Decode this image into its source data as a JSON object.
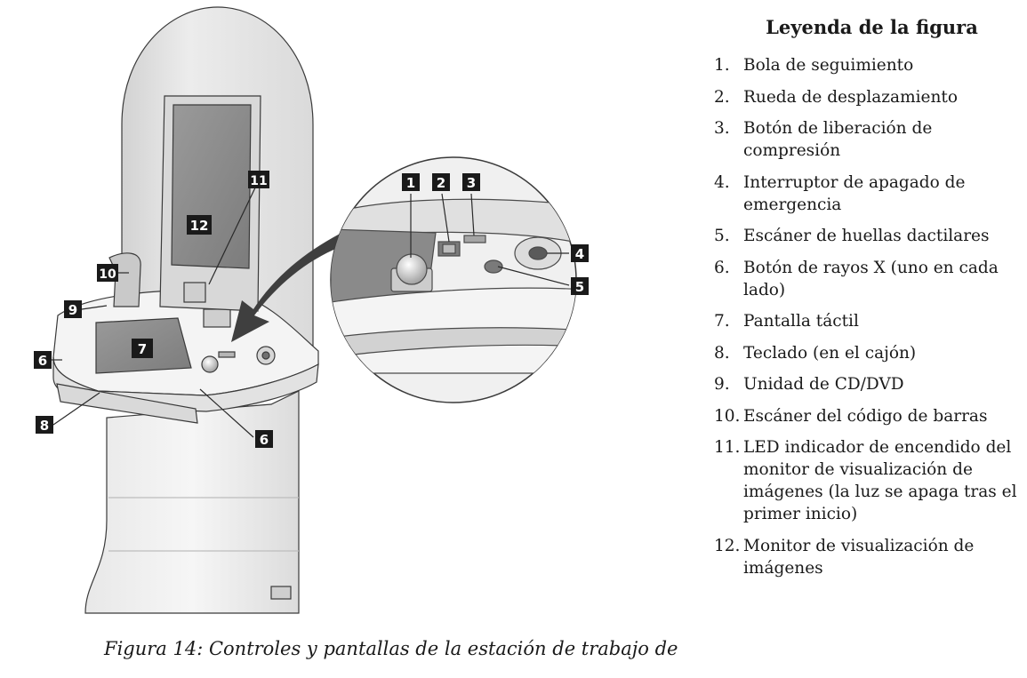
{
  "legend": {
    "title": "Leyenda de la figura",
    "items": [
      {
        "num": "1.",
        "text": "Bola de seguimiento"
      },
      {
        "num": "2.",
        "text": "Rueda de desplazamiento"
      },
      {
        "num": "3.",
        "text": "Botón de liberación de compresión"
      },
      {
        "num": "4.",
        "text": "Interruptor de apagado de emergencia"
      },
      {
        "num": "5.",
        "text": "Escáner de huellas dactilares"
      },
      {
        "num": "6.",
        "text": "Botón de rayos X (uno en cada lado)"
      },
      {
        "num": "7.",
        "text": "Pantalla táctil"
      },
      {
        "num": "8.",
        "text": "Teclado (en el cajón)"
      },
      {
        "num": "9.",
        "text": "Unidad de CD/DVD"
      },
      {
        "num": "10.",
        "text": "Escáner del código de barras"
      },
      {
        "num": "11.",
        "text": "LED indicador de encendido del monitor de visualización de imágenes (la luz se apaga tras el primer inicio)"
      },
      {
        "num": "12.",
        "text": "Monitor de visualización de imágenes"
      }
    ]
  },
  "caption": "Figura 14: Controles y pantallas de la estación de trabajo de",
  "callouts": {
    "c1": "1",
    "c2": "2",
    "c3": "3",
    "c4": "4",
    "c5": "5",
    "c6a": "6",
    "c6b": "6",
    "c7": "7",
    "c8": "8",
    "c9": "9",
    "c10": "10",
    "c11": "11",
    "c12": "12"
  },
  "colors": {
    "callout_bg": "#1a1a1a",
    "callout_text": "#ffffff",
    "panel_gray": "#e6e6e6",
    "screen_gray": "#8e8e8e",
    "outline": "#3a3a3a"
  }
}
